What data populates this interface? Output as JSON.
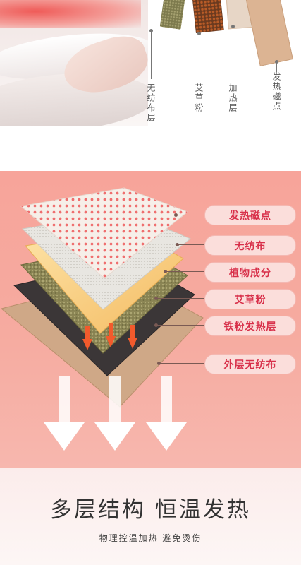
{
  "diagram_top": {
    "labels": [
      "无纺布层",
      "艾草粉",
      "加热层",
      "发热磁点"
    ]
  },
  "layers": {
    "labels": [
      "发热磁点",
      "无纺布",
      "植物成分",
      "艾草粉",
      "铁粉发热层",
      "外层无纺布"
    ],
    "colors": {
      "dot_layer": "#f6efe9",
      "dot": "#ef6e6e",
      "nonwoven": "#e6e4df",
      "plant": "#f7c77a",
      "mugwort": "#8f8a58",
      "iron": "#3a3535",
      "outer": "#cca583",
      "pill_text": "#d8304a",
      "arrow_red": "#f25a2c"
    }
  },
  "headline": "多层结构 恒温发热",
  "subheadline": "物理控温加热 避免烫伤"
}
